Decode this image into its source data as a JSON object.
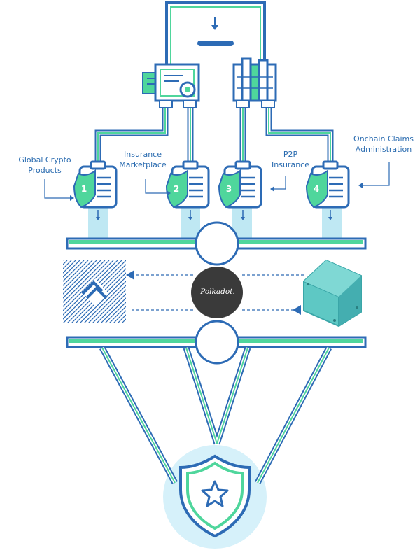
{
  "labels": {
    "global_crypto_products": "Global Crypto\nProducts",
    "insurance_marketplace": "Insurance\nMarketplace",
    "p2p_insurance": "P2P\nInsurance",
    "onchain_claims_administration": "Onchain Claims\nAdministration"
  },
  "clipboards": [
    "1",
    "2",
    "3",
    "4"
  ],
  "relay": {
    "logo_text": "Polkadot."
  },
  "colors": {
    "blue": "#2d6bb5",
    "green": "#4fd69c",
    "light_blue": "#bfe8f3",
    "circle_bg": "#d6f1fa",
    "teal": "#5ec8c4",
    "teal_dark": "#3aa6a8"
  }
}
